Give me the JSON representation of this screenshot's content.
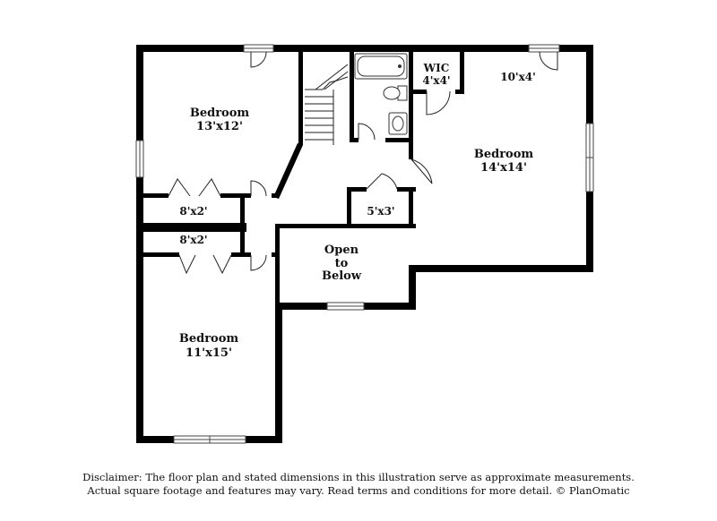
{
  "rooms": {
    "bedroom_nw": {
      "label": "Bedroom",
      "dim": "13'x12'"
    },
    "bedroom_sw": {
      "label": "Bedroom",
      "dim": "11'x15'"
    },
    "bedroom_e": {
      "label": "Bedroom",
      "dim": "14'x14'"
    },
    "closet_upper": {
      "dim": "8'x2'"
    },
    "closet_lower": {
      "dim": "8'x2'"
    },
    "closet_mid": {
      "dim": "5'x3'"
    },
    "wic": {
      "label": "WIC",
      "dim": "4'x4'"
    },
    "nook": {
      "dim": "10'x4'"
    },
    "open": {
      "line1": "Open",
      "line2": "to",
      "line3": "Below"
    }
  },
  "disclaimer": {
    "line1": "Disclaimer: The floor plan and stated dimensions in this illustration serve as approximate measurements.",
    "line2": "Actual square footage and features may vary. Read terms and conditions for more detail. © PlanOmatic"
  }
}
